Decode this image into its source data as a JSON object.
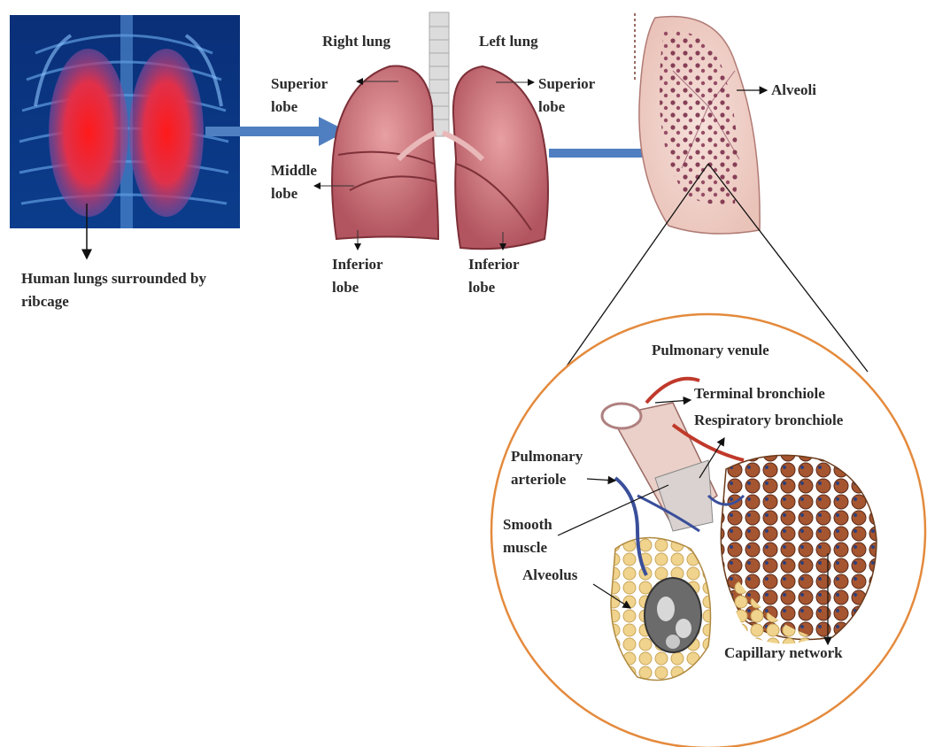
{
  "labels": {
    "human_lungs": "Human lungs surrounded by ribcage",
    "right_lung": "Right lung",
    "left_lung": "Left lung",
    "right_superior_lobe": "Superior lobe",
    "left_superior_lobe": "Superior lobe",
    "middle_lobe": "Middle lobe",
    "right_inferior_lobe": "Inferior lobe",
    "left_inferior_lobe": "Inferior lobe",
    "alveoli": "Alveoli",
    "pulmonary_venule": "Pulmonary venule",
    "terminal_bronchiole": "Terminal bronchiole",
    "respiratory_bronchiole": "Respiratory bronchiole",
    "pulmonary_arteriole": "Pulmonary arteriole",
    "smooth_muscle": "Smooth muscle",
    "alveolus": "Alveolus",
    "capillary_network": "Capillary network"
  },
  "colors": {
    "flow_arrow": "#4f7fc0",
    "zoom_circle": "#e48a3c",
    "lung_tissue": "#c86a70",
    "xray_bg": "#0b2a6b",
    "lung_glow": "#ff2a2a",
    "alveoli_cluster": "#7a2f4a",
    "fat_tissue": "#e8c978"
  }
}
